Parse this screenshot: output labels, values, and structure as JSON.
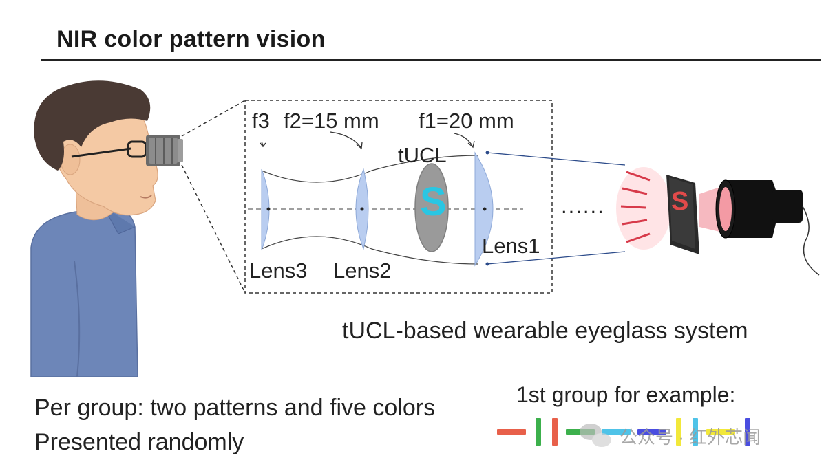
{
  "title": "NIR color pattern vision",
  "lens_diagram": {
    "f3_label": "f3",
    "f2_label": "f2=15 mm",
    "f1_label": "f1=20 mm",
    "tucl_label": "tUCL",
    "pattern_letter": "S",
    "lens1_label": "Lens1",
    "lens2_label": "Lens2",
    "lens3_label": "Lens3",
    "dots": "......"
  },
  "caption": "tUCL-based wearable eyeglass system",
  "notes": {
    "line1": "Per group: two patterns and five colors",
    "line2": "Presented randomly"
  },
  "example": {
    "label": "1st group for example:",
    "patterns": [
      {
        "orientation": "horizontal",
        "color": "#e8604a"
      },
      {
        "orientation": "vertical",
        "color": "#3cb04c"
      },
      {
        "orientation": "vertical",
        "color": "#e8604a"
      },
      {
        "orientation": "horizontal",
        "color": "#3cb04c"
      },
      {
        "orientation": "horizontal",
        "color": "#4fc3e8"
      },
      {
        "orientation": "horizontal",
        "color": "#4a4ee0"
      },
      {
        "orientation": "vertical",
        "color": "#f2e83a"
      },
      {
        "orientation": "vertical",
        "color": "#4fc3e8"
      },
      {
        "orientation": "horizontal",
        "color": "#f2e83a"
      },
      {
        "orientation": "vertical",
        "color": "#4a4ee0"
      }
    ]
  },
  "watermark": "公众号 · 红外芯闻",
  "colors": {
    "lens_fill": "#b9cdf0",
    "tucl_fill": "#9a9a9a",
    "pattern_cyan": "#29c6e3",
    "pattern_red": "#e24a4a",
    "shirt": "#6d86b8",
    "skin": "#f4c9a4",
    "hair": "#4a3a34"
  }
}
